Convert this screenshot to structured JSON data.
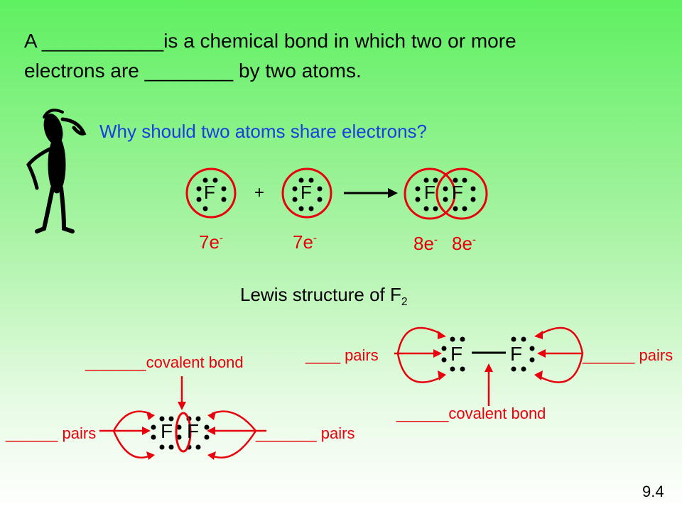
{
  "title": {
    "line1": "A ___________is a chemical bond in which two or more",
    "line2": "electrons are ________ by two atoms."
  },
  "question": "Why should two atoms share electrons?",
  "reaction": {
    "atom_symbol": "F",
    "plus": "+",
    "label_left": "7e",
    "label_mid": "7e",
    "label_right1": "8e",
    "label_right2": "8e",
    "charge": "-"
  },
  "lewis": {
    "title": "Lewis structure of F",
    "subscript": "2"
  },
  "left_diagram": {
    "bond_blank": "_______",
    "bond_label": "covalent bond",
    "pairs_left_blank": "______ ",
    "pairs_left": "pairs",
    "pairs_right_blank": "_______ ",
    "pairs_right": "pairs"
  },
  "right_diagram": {
    "pairs_left_blank": "____ ",
    "pairs_left": "pairs",
    "pairs_right_blank": "______ ",
    "pairs_right": "pairs",
    "bond_blank": "______",
    "bond_label": "covalent bond"
  },
  "page_number": "9.4",
  "colors": {
    "red": "#e8000d",
    "blue": "#1a3fe0",
    "black": "#000000"
  },
  "icons": {
    "thinking_figure": "thinking-stick-figure-icon"
  }
}
